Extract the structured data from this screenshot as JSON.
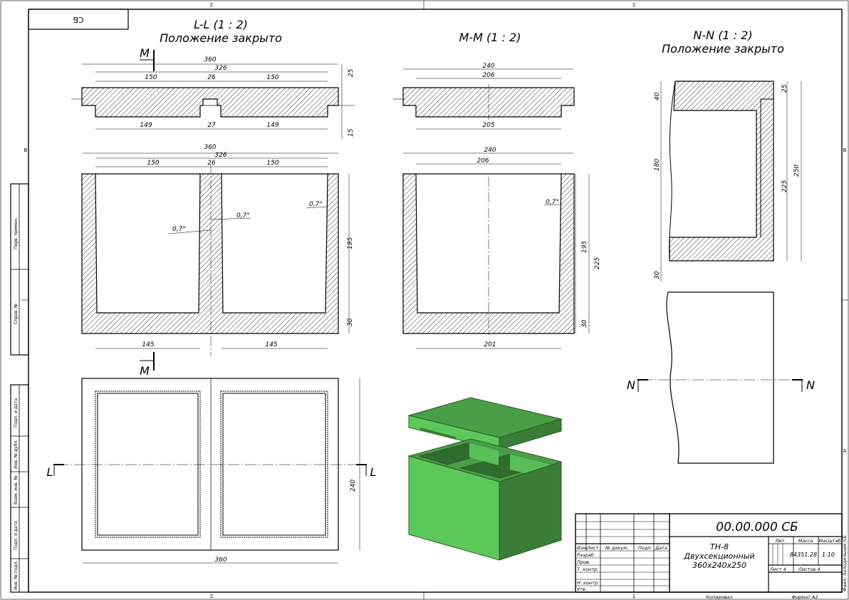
{
  "sheet": {
    "corner_code": "СБ",
    "zone_top_2": "2",
    "zone_top_1": "1",
    "zone_bottom_2": "2",
    "zone_bottom_1": "1",
    "zone_left_b": "B",
    "zone_right_b": "B",
    "zone_right_a": "A",
    "copied": "Копировал",
    "format": "Формат A2"
  },
  "side_strip": {
    "upper": [
      "Перв. примен.",
      "Справ. №"
    ],
    "lower": [
      "Подп. и дата",
      "Инв. № дубл.",
      "Взам. инв. №",
      "Подп. и дата",
      "Инв. № подл."
    ]
  },
  "views": {
    "ll_title": "L-L (1 : 2)",
    "ll_subtitle": "Положение закрыто",
    "mm_title": "M-M (1 : 2)",
    "nn_title": "N-N (1 : 2)",
    "nn_subtitle": "Положение закрыто",
    "label_m": "M",
    "label_l": "L",
    "label_n": "N"
  },
  "dims": {
    "d360": "360",
    "d326": "326",
    "d150": "150",
    "d26": "26",
    "d25": "25",
    "d149": "149",
    "d27": "27",
    "d15": "15",
    "d240": "240",
    "d206": "206",
    "d205": "205",
    "d195": "195",
    "d30": "30",
    "d145": "145",
    "d201": "201",
    "d225": "225",
    "d40": "40",
    "d180": "180",
    "d250": "250",
    "angle": "0,7°"
  },
  "title_block": {
    "designation": "00.00.000 СБ",
    "name_line1": "ТН-8",
    "name_line2": "Двухсекционный",
    "name_line3": "360x240x250",
    "col_izm": "Изм.",
    "col_list": "Лист",
    "col_ndoc": "№ докум.",
    "col_podp": "Подп.",
    "col_data": "Дата",
    "row_razrab": "Разраб.",
    "row_prov": "Пров.",
    "row_tkontr": "Т. контр.",
    "row_nkontr": "Н. контр.",
    "row_utv": "Утв.",
    "lit": "Лит.",
    "massa": "Масса",
    "masshtab": "Масштаб",
    "mass_value": "84351.28",
    "scale_value": "1:10",
    "sheet_label": "Лист 4",
    "sheets_label": "Листов 4",
    "file_label": "Файл: Холодильник СБ"
  },
  "colors": {
    "line": "#000000",
    "green_top": "#4a9e48",
    "green_front": "#5cc85a",
    "green_side": "#3a7d37"
  }
}
